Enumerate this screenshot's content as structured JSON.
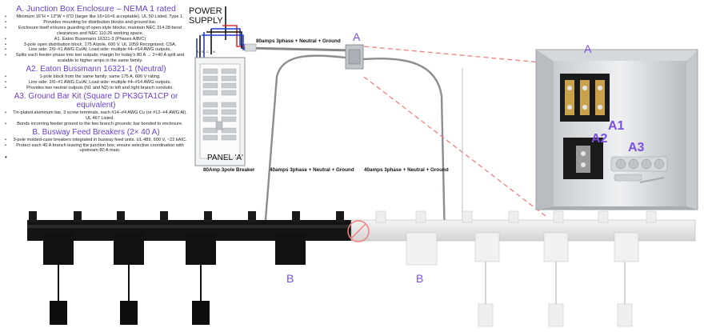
{
  "notes": {
    "a_title": "A. Junction Box Enclosure – NEMA 1 rated",
    "a_bullets": [
      "Minimum 16\"H × 12\"W × 6\"D (larger like 16×16×6 acceptable). UL 50 Listed, Type 1.",
      "Provides mounting for distribution blocks and ground bar.",
      "Enclosure itself ensures guarding of open-style blocks; maintain NEC 314.28 bend clearances and NEC 110.26 working space.",
      "A1. Eaton Bussmann 16321-3 (Phases A/B/C)",
      "3-pole open distribution block, 175 A/pole, 600 V. UL 1059 Recognized, CSA.",
      "Line side: 2/0–#1 AWG Cu/Al; Load side: multiple #4–#14 AWG outputs.",
      "Splits each feeder phase into two outputs; margin for today's 80 A → 2×40 A split and scalable to higher amps in the same family."
    ],
    "a2_title": "A2. Eaton Bussmann 16321-1 (Neutral)",
    "a2_bullets": [
      "1-pole block from the same family; same 175 A, 600 V rating.",
      "Line side: 2/0–#1 AWG Cu/Al; Load side: multiple #4–#14 AWG outputs.",
      "Provides two neutral outputs (N1 and N2) to left and right branch conduits."
    ],
    "a3_title": "A3. Ground Bar Kit (Square D PK3GTA1CP or equivalent)",
    "a3_bullets": [
      "Tin-plated aluminum bar, 3 screw terminals, each #14–#4 AWG Cu (or #12–#4 AWG Al). UL 467 Listed.",
      "Bonds incoming feeder ground to the two branch grounds; bar bonded to enclosure."
    ],
    "b_title": "B. Busway Feed Breakers (2× 40 A)",
    "b_bullets": [
      "3-pole molded-case breakers integrated in busway feed units. UL 489, 600 V, ~22 kAIC.",
      "Protect each 40 A branch leaving the junction box; ensure selective coordination with upstream 80 A main."
    ]
  },
  "diagram": {
    "power_supply": "POWER\nSUPPLY",
    "power_line1": "POWER",
    "power_line2": "SUPPLY",
    "wire_labels": [
      "A",
      "B",
      "C",
      "N"
    ],
    "feeder_label": "80amps 3phase + Neutral + Ground",
    "panel_label": "PANEL 'A'",
    "breaker_label": "80Amp 3pole Breaker",
    "left_branch_label": "40amps 3phase + Neutral + Ground",
    "right_branch_label": "40amps 3phase + Neutral + Ground",
    "junction_label": "A",
    "enclosure_label": "A",
    "a1_label": "A1",
    "a2_label": "A2",
    "a3_label": "A3",
    "busway_left_label": "B",
    "busway_right_label": "B"
  },
  "colors": {
    "heading": "#6a3fd1",
    "callout": "#7b4fe0",
    "dashed": "#f08080",
    "wire_red": "#e03030",
    "wire_blue": "#2040d0",
    "busway_dark": "#111111",
    "busway_light": "#e8e8e8"
  }
}
